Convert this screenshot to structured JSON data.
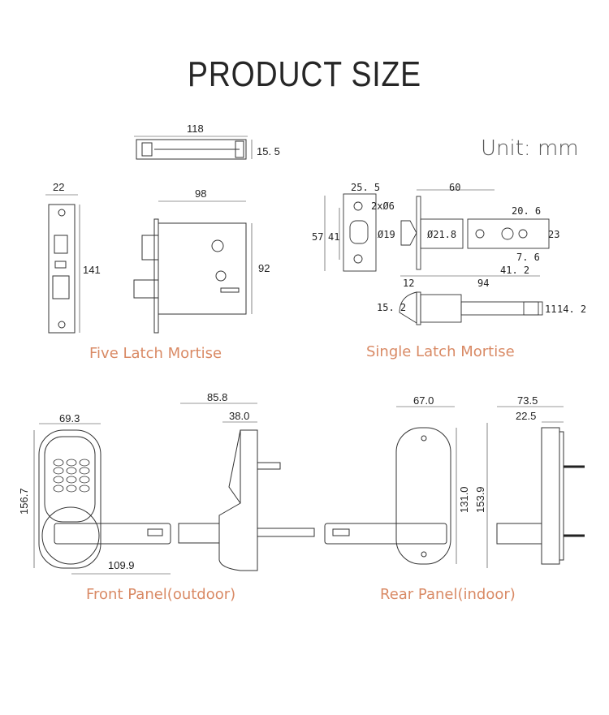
{
  "title": "PRODUCT SIZE",
  "unit": "Unit: mm",
  "five_latch": {
    "caption": "Five Latch Mortise",
    "dims": {
      "latch_length": "118",
      "latch_height": "15. 5",
      "faceplate_width": "22",
      "faceplate_height": "141",
      "body_width": "98",
      "body_height": "92"
    }
  },
  "single_latch": {
    "caption": "Single Latch Mortise",
    "dims": {
      "plate_width": "25. 5",
      "holes": "2xØ6",
      "plate_height": "57",
      "hole_spacing": "41",
      "bolt_dia": "Ø19",
      "tube_dia": "Ø21.8",
      "length60": "60",
      "d20_6": "20. 6",
      "d23": "23",
      "d7_6": "7. 6",
      "d41_2": "41. 2",
      "d12": "12",
      "d94": "94",
      "d15_2": "15. 2",
      "d11": "11",
      "d14_2": "14. 2"
    }
  },
  "front_panel": {
    "caption": "Front Panel(outdoor)",
    "dims": {
      "width": "69.3",
      "height": "156.7",
      "lever": "109.9",
      "depth": "85.8",
      "body_depth": "38.0"
    }
  },
  "rear_panel": {
    "caption": "Rear Panel(indoor)",
    "dims": {
      "width": "67.0",
      "inner_height": "131.0",
      "height": "153.9",
      "depth": "73.5",
      "body_depth": "22.5"
    }
  },
  "colors": {
    "caption": "#d98a65",
    "line": "#333333"
  }
}
